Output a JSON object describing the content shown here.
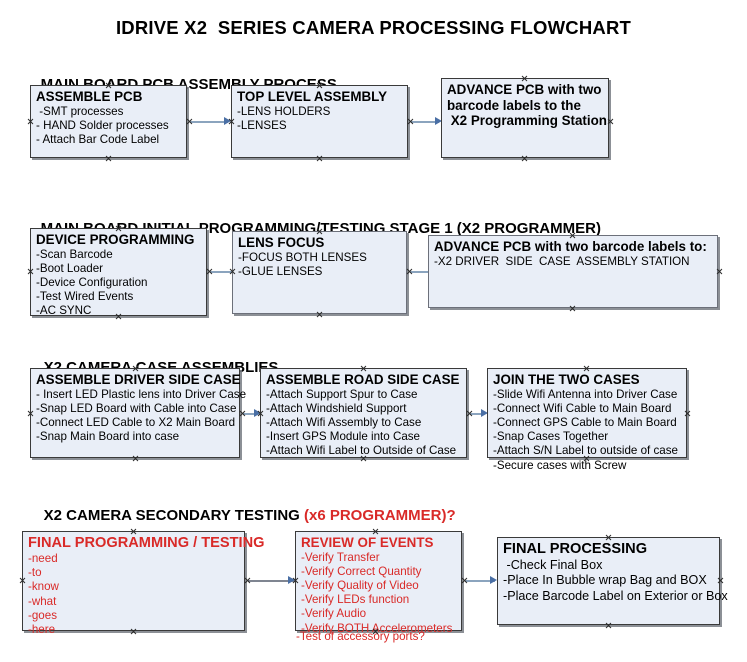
{
  "document": {
    "title": "IDRIVE X2  SERIES CAMERA PROCESSING FLOWCHART"
  },
  "colors": {
    "box_fill": "#e9eef7",
    "box_border": "#3a3a3a",
    "connector": "#8ba4be",
    "arrow": "#4a6fa5",
    "text": "#000000",
    "red_text": "#d92a28"
  },
  "sections": [
    {
      "id": "main-board-pcb-assembly-process",
      "heading": "MAIN BOARD PCB ASSEMBLY PROCESS",
      "heading_note": ""
    },
    {
      "id": "main-board-initial-programming",
      "heading": "MAIN BOARD INITIAL PROGRAMMING/TESTING STAGE 1 (X2 PROGRAMMER)",
      "heading_note": ""
    },
    {
      "id": "x2-camera-case-assemblies",
      "heading": "X2 CAMERA CASE ASSEMBLIES",
      "heading_note": ""
    },
    {
      "id": "x2-camera-secondary-testing",
      "heading": "X2 CAMERA SECONDARY TESTING ",
      "heading_note": "(x6 PROGRAMMER)?"
    }
  ],
  "boxes": {
    "assemble_pcb": {
      "title": "ASSEMBLE PCB",
      "lines": [
        " -SMT processes",
        "- HAND Solder processes",
        "- Attach Bar Code Label"
      ]
    },
    "top_level_assembly": {
      "title": "TOP LEVEL ASSEMBLY",
      "lines": [
        "-LENS HOLDERS",
        "-LENSES"
      ]
    },
    "advance_pcb_programming_station": {
      "title": "ADVANCE PCB with two",
      "lines": [
        "barcode labels to the",
        " X2 Programming Station"
      ]
    },
    "device_programming": {
      "title": "DEVICE PROGRAMMING",
      "lines": [
        "-Scan Barcode",
        "-Boot Loader",
        "-Device Configuration",
        "-Test Wired Events",
        "-AC SYNC"
      ]
    },
    "lens_focus": {
      "title": "LENS FOCUS",
      "lines": [
        "-FOCUS BOTH LENSES",
        "-GLUE LENSES"
      ]
    },
    "advance_pcb_driver_side": {
      "title": "ADVANCE PCB with two barcode labels to:",
      "lines": [
        "-X2 DRIVER  SIDE  CASE  ASSEMBLY STATION"
      ]
    },
    "assemble_driver_side_case": {
      "title": "ASSEMBLE DRIVER SIDE CASE",
      "lines": [
        "- Insert LED Plastic lens into Driver Case",
        "-Snap LED Board with Cable into Case",
        "-Connect LED Cable to X2 Main Board",
        "-Snap Main Board into case"
      ]
    },
    "assemble_road_side_case": {
      "title": "ASSEMBLE ROAD SIDE CASE",
      "lines": [
        "-Attach Support Spur to Case",
        "-Attach Windshield Support",
        "-Attach Wifi Assembly to Case",
        "-Insert GPS Module into Case",
        "-Attach Wifi Label to Outside of Case"
      ]
    },
    "join_the_two_cases": {
      "title": "JOIN THE TWO CASES",
      "lines": [
        "-Slide Wifi Antenna into Driver Case",
        "-Connect Wifi Cable to Main Board",
        "-Connect GPS Cable to Main Board",
        "-Snap Cases Together",
        "-Attach S/N Label to outside of case",
        "-Secure cases with Screw"
      ]
    },
    "final_programming_testing": {
      "title": "FINAL PROGRAMMING / TESTING",
      "lines": [
        "-need",
        "-to",
        "-know",
        "-what",
        "-goes",
        "-here"
      ]
    },
    "review_of_events": {
      "title": "REVIEW OF EVENTS",
      "lines": [
        "-Verify Transfer",
        "-Verify Correct Quantity",
        "-Verify Quality of Video",
        "-Verify LEDs function",
        "-Verify Audio",
        "-Verify BOTH Accelerometers"
      ],
      "overflow_line": "-Test of accessory ports?"
    },
    "final_processing": {
      "title": "FINAL PROCESSING",
      "lines": [
        " -Check Final Box",
        "-Place In Bubble wrap Bag and BOX",
        "-Place Barcode Label on Exterior or Box"
      ]
    }
  }
}
